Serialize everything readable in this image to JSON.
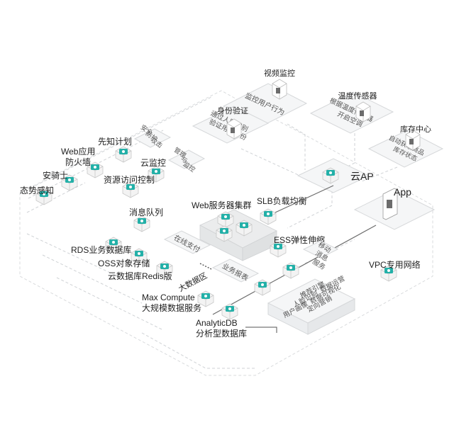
{
  "colors": {
    "accent": "#23b0a8",
    "platform": "#eef0f1",
    "line": "#cfd2d5",
    "text": "#222222"
  },
  "nodes": {
    "video_monitor": "视频监控",
    "identity_verify": "身份验证",
    "temp_sensor": "温度传感器",
    "inventory_center": "库存中心",
    "app": "App",
    "cloud_ap": "云AP",
    "slb": "SLB负载均衡",
    "web_cluster": "Web服务器集群",
    "ess": "ESS弹性伸缩",
    "vpc": "VPC专用网络",
    "situation_awareness": "态势感知",
    "security_knight": "安骑士",
    "waf_line1": "Web应用",
    "waf_line2": "防火墙",
    "xianzhi": "先知计划",
    "cloud_monitor": "云监控",
    "ram": "资源访问控制",
    "mq": "消息队列",
    "rds": "RDS业务数据库",
    "oss": "OSS对象存储",
    "redis": "云数据库Redis版",
    "bigdata_zone": "大数据区",
    "maxcompute_line1": "Max Compute",
    "maxcompute_line2": "大规模数据服务",
    "adb_line1": "AnalyticDB",
    "adb_line2": "分析型数据库"
  },
  "platforms": {
    "monitor_behavior": "监控用户行为",
    "face_verify_line1": "通过人脸识别",
    "face_verify_line2": "验证用户身份",
    "temp_control_line1": "根据温度传感器",
    "temp_control_line2": "开启空调",
    "inventory_line1": "自动获取商品",
    "inventory_line2": "库存状态",
    "security_line1": "安全",
    "security_line2": "防护",
    "security_line3": "攻击",
    "manage_line1": "管理",
    "manage_line2": "与",
    "manage_line3": "监控",
    "online_pay": "在线支付",
    "biz_report": "业务报表",
    "mobile_line1": "移动",
    "mobile_line2": "消息",
    "mobile_line3": "服务",
    "app_items": [
      "数据运营",
      "数据可视化",
      "定向营销",
      "推荐引擎",
      "人脸识别",
      "用户画像"
    ]
  }
}
